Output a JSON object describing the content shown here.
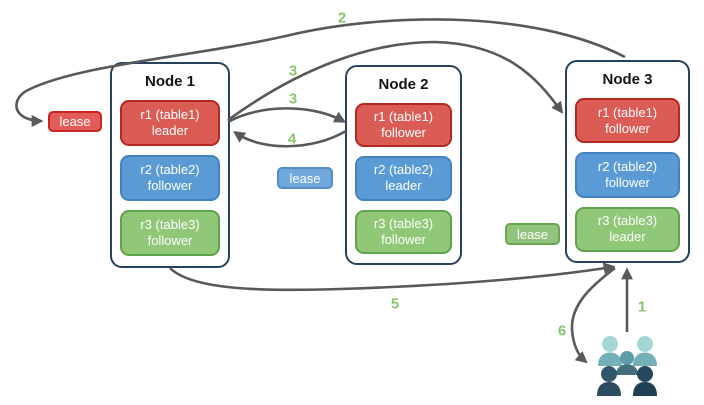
{
  "palette": {
    "arrow": "#595959",
    "step-label": "#8cc470",
    "node-border": "#27415f",
    "red-fill": "#db5b55",
    "red-border": "#b3281f",
    "blue-fill": "#5b9bd5",
    "blue-border": "#4583bd",
    "green-fill": "#90c878",
    "green-border": "#61a24c",
    "lease-red-fill": "#e25d5a",
    "lease-red-border": "#cc2421",
    "lease-blue-fill": "#6fa8dc",
    "lease-blue-border": "#568ec4",
    "lease-green-fill": "#93c47d",
    "lease-green-border": "#6aa84f",
    "users-light": "#a6d5d8",
    "users-mid": "#74b0b7",
    "users-center-head": "#5b9ca6",
    "users-center-body": "#456f7e",
    "users-dark1-head": "#32566a",
    "users-dark1-body": "#2c4d61",
    "users-dark2-head": "#27485c",
    "users-dark2-body": "#1e3f54"
  },
  "nodes": [
    {
      "title": "Node 1",
      "replicas": [
        {
          "name": "r1 (table1)",
          "role": "leader",
          "color": "red"
        },
        {
          "name": "r2 (table2)",
          "role": "follower",
          "color": "blue"
        },
        {
          "name": "r3 (table3)",
          "role": "follower",
          "color": "green"
        }
      ]
    },
    {
      "title": "Node 2",
      "replicas": [
        {
          "name": "r1 (table1)",
          "role": "follower",
          "color": "red"
        },
        {
          "name": "r2 (table2)",
          "role": "leader",
          "color": "blue"
        },
        {
          "name": "r3 (table3)",
          "role": "follower",
          "color": "green"
        }
      ]
    },
    {
      "title": "Node 3",
      "replicas": [
        {
          "name": "r1 (table1)",
          "role": "follower",
          "color": "red"
        },
        {
          "name": "r2 (table2)",
          "role": "follower",
          "color": "blue"
        },
        {
          "name": "r3 (table3)",
          "role": "leader",
          "color": "green"
        }
      ]
    }
  ],
  "leases": {
    "red": "lease",
    "blue": "lease",
    "green": "lease"
  },
  "steps": {
    "s1": "1",
    "s2": "2",
    "s3a": "3",
    "s3b": "3",
    "s4": "4",
    "s5": "5",
    "s6": "6"
  }
}
